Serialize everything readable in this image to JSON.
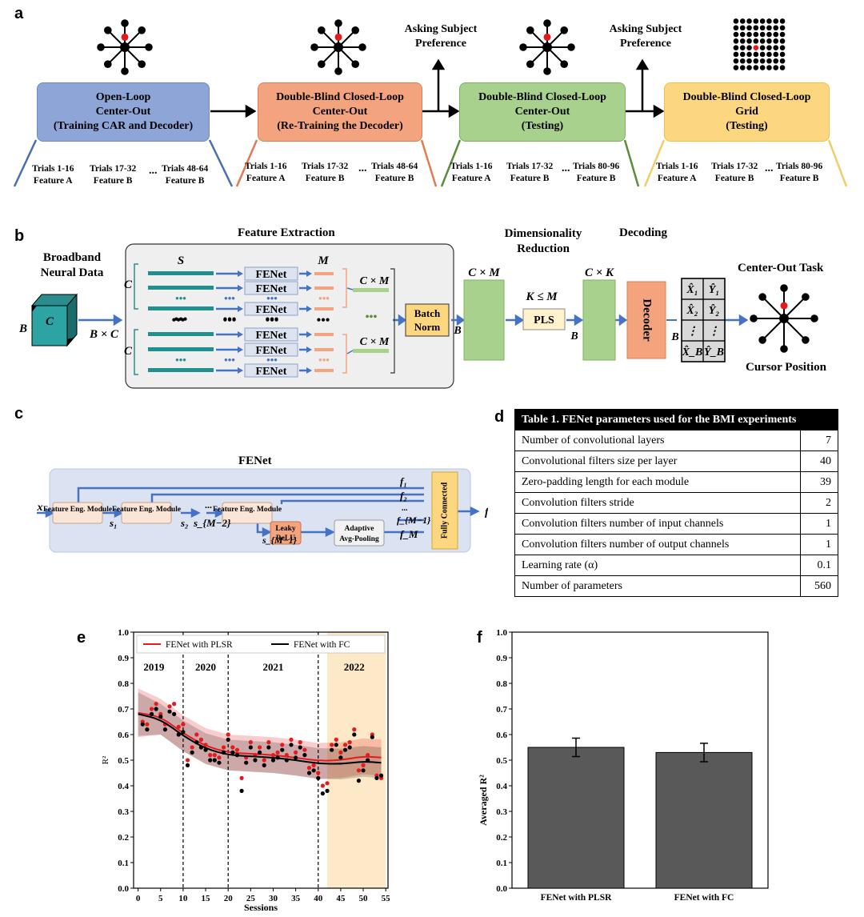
{
  "panels": [
    "a",
    "b",
    "c",
    "d",
    "e",
    "f"
  ],
  "panel_a": {
    "stages": [
      {
        "line1": "Open-Loop",
        "line2": "Center-Out",
        "line3": "(Training CAR and Decoder)",
        "color": "#8ea5d8",
        "border": "#6f87c2"
      },
      {
        "line1": "Double-Blind Closed-Loop",
        "line2": "Center-Out",
        "line3": "(Re-Training the Decoder)",
        "color": "#f3a47f",
        "border": "#e07b52"
      },
      {
        "line1": "Double-Blind Closed-Loop",
        "line2": "Center-Out",
        "line3": "(Testing)",
        "color": "#a9d18e",
        "border": "#7fb25f"
      },
      {
        "line1": "Double-Blind Closed-Loop",
        "line2": "Grid",
        "line3": "(Testing)",
        "color": "#fdd680",
        "border": "#f0bf4a"
      }
    ],
    "asking": [
      "Asking Subject",
      "Preference"
    ],
    "trials": [
      [
        [
          "Trials 1-16",
          "Feature A"
        ],
        [
          "Trials 17-32",
          "Feature B"
        ],
        [
          "Trials 48-64",
          "Feature B"
        ]
      ],
      [
        [
          "Trials 1-16",
          "Feature A"
        ],
        [
          "Trials 17-32",
          "Feature B"
        ],
        [
          "Trials 48-64",
          "Feature B"
        ]
      ],
      [
        [
          "Trials 1-16",
          "Feature A"
        ],
        [
          "Trials 17-32",
          "Feature B"
        ],
        [
          "Trials 80-96",
          "Feature B"
        ]
      ],
      [
        [
          "Trials 1-16",
          "Feature A"
        ],
        [
          "Trials 17-32",
          "Feature B"
        ],
        [
          "Trials 80-96",
          "Feature B"
        ]
      ]
    ],
    "ellipsis": "..."
  },
  "panel_b": {
    "title_feature": "Feature Extraction",
    "title_dim": "Dimensionality",
    "title_dim2": "Reduction",
    "title_decoding": "Decoding",
    "broadband": "Broadband",
    "neural": "Neural Data",
    "center_out_task": "Center-Out Task",
    "cursor_position": "Cursor Position",
    "fenet": "FENet",
    "batch": "Batch",
    "norm": "Norm",
    "pls": "PLS",
    "decoder": "Decoder",
    "sym_S": "S",
    "sym_M": "M",
    "sym_C": "C",
    "sym_B": "B",
    "sym_BxC": "B × C",
    "sym_CxM": "C × M",
    "sym_CxK": "C × K",
    "sym_KleM": "K ≤ M",
    "dots": "•••",
    "vdots": "⋮",
    "out_grid": [
      [
        "X̂₁",
        "Ŷ₁"
      ],
      [
        "X̂₂",
        "Ŷ₂"
      ],
      [
        "⋮",
        "⋮"
      ],
      [
        "X̂_B",
        "Ŷ_B"
      ]
    ]
  },
  "panel_c": {
    "title": "FENet",
    "module": "Feature Eng. Module",
    "leaky": "Leaky ReLU",
    "adaptive": "Adaptive Avg-Pooling",
    "fully": "Fully Connected",
    "x": "x",
    "f": "f",
    "s1": "s₁",
    "s2": "s₂",
    "sM2": "s_{M−2}",
    "sM1": "s_{M−1}",
    "f1": "f₁",
    "f2": "f₂",
    "fM1": "f_{M−1}",
    "fM": "f_M"
  },
  "panel_d": {
    "title": "Table 1. FENet parameters used for the BMI experiments",
    "rows": [
      {
        "label": "Number of convolutional layers",
        "value": "7"
      },
      {
        "label": "Convolutional filters size per layer",
        "value": "40"
      },
      {
        "label": "Zero-padding length for each module",
        "value": "39"
      },
      {
        "label": "Convolution filters stride",
        "value": "2"
      },
      {
        "label": "Convolution filters number of input channels",
        "value": "1"
      },
      {
        "label": "Convolution filters number of output channels",
        "value": "1"
      },
      {
        "label": "Learning rate (α)",
        "value": "0.1"
      },
      {
        "label": "Number of parameters",
        "value": "560"
      }
    ]
  },
  "chart_data": [
    {
      "type": "scatter",
      "xlabel": "Sessions",
      "ylabel": "R²",
      "xlim": [
        -1,
        55.5
      ],
      "ylim": [
        0.0,
        1.0
      ],
      "xticks": [
        0,
        5,
        10,
        15,
        20,
        25,
        30,
        35,
        40,
        45,
        50,
        55
      ],
      "yticks": [
        0.0,
        0.1,
        0.2,
        0.3,
        0.4,
        0.5,
        0.6,
        0.7,
        0.8,
        0.9,
        1.0
      ],
      "legend": "top",
      "year_boundaries": [
        10,
        20,
        40
      ],
      "years": [
        {
          "label": "2019",
          "x": 3.5
        },
        {
          "label": "2020",
          "x": 15
        },
        {
          "label": "2021",
          "x": 30
        },
        {
          "label": "2022",
          "x": 48
        }
      ],
      "shaded_region": [
        42,
        55
      ],
      "series": [
        {
          "name": "FENet with PLSR",
          "color": "#e41a1c",
          "x": [
            1,
            2,
            3,
            4,
            5,
            6,
            7,
            8,
            9,
            10,
            11,
            12,
            13,
            14,
            15,
            16,
            17,
            18,
            19,
            20,
            21,
            22,
            23,
            24,
            25,
            26,
            27,
            28,
            29,
            30,
            31,
            32,
            33,
            34,
            35,
            36,
            37,
            38,
            39,
            40,
            41,
            42,
            43,
            44,
            45,
            46,
            47,
            48,
            49,
            50,
            51,
            52,
            53,
            54
          ],
          "y": [
            0.65,
            0.64,
            0.7,
            0.72,
            0.68,
            0.64,
            0.71,
            0.72,
            0.63,
            0.64,
            0.5,
            0.55,
            0.6,
            0.58,
            0.56,
            0.52,
            0.52,
            0.51,
            0.55,
            0.6,
            0.55,
            0.54,
            0.43,
            0.51,
            0.57,
            0.52,
            0.55,
            0.5,
            0.57,
            0.52,
            0.53,
            0.56,
            0.52,
            0.58,
            0.53,
            0.57,
            0.54,
            0.47,
            0.48,
            0.45,
            0.4,
            0.41,
            0.56,
            0.58,
            0.53,
            0.56,
            0.57,
            0.62,
            0.46,
            0.48,
            0.52,
            0.6,
            0.44,
            0.43
          ],
          "fit": [
            [
              0,
              0.685
            ],
            [
              5,
              0.67
            ],
            [
              10,
              0.605
            ],
            [
              15,
              0.555
            ],
            [
              20,
              0.53
            ],
            [
              25,
              0.525
            ],
            [
              30,
              0.52
            ],
            [
              35,
              0.51
            ],
            [
              40,
              0.497
            ],
            [
              45,
              0.5
            ],
            [
              50,
              0.515
            ],
            [
              54,
              0.51
            ]
          ]
        },
        {
          "name": "FENet with FC",
          "color": "#000000",
          "x": [
            1,
            2,
            3,
            4,
            5,
            6,
            7,
            8,
            9,
            10,
            11,
            12,
            13,
            14,
            15,
            16,
            17,
            18,
            19,
            20,
            21,
            22,
            23,
            24,
            25,
            26,
            27,
            28,
            29,
            30,
            31,
            32,
            33,
            34,
            35,
            36,
            37,
            38,
            39,
            40,
            41,
            42,
            43,
            44,
            45,
            46,
            47,
            48,
            49,
            50,
            51,
            52,
            53,
            54
          ],
          "y": [
            0.64,
            0.62,
            0.68,
            0.7,
            0.67,
            0.62,
            0.69,
            0.68,
            0.6,
            0.61,
            0.48,
            0.53,
            0.57,
            0.55,
            0.54,
            0.5,
            0.5,
            0.49,
            0.53,
            0.58,
            0.53,
            0.52,
            0.38,
            0.49,
            0.55,
            0.5,
            0.53,
            0.48,
            0.55,
            0.5,
            0.51,
            0.54,
            0.5,
            0.56,
            0.51,
            0.55,
            0.52,
            0.45,
            0.46,
            0.43,
            0.37,
            0.38,
            0.54,
            0.56,
            0.51,
            0.54,
            0.55,
            0.6,
            0.42,
            0.46,
            0.5,
            0.59,
            0.43,
            0.44
          ],
          "fit": [
            [
              0,
              0.68
            ],
            [
              5,
              0.66
            ],
            [
              10,
              0.595
            ],
            [
              15,
              0.545
            ],
            [
              20,
              0.52
            ],
            [
              25,
              0.515
            ],
            [
              30,
              0.51
            ],
            [
              35,
              0.5
            ],
            [
              40,
              0.487
            ],
            [
              45,
              0.485
            ],
            [
              50,
              0.495
            ],
            [
              54,
              0.49
            ]
          ]
        }
      ]
    },
    {
      "type": "bar",
      "categories": [
        "FENet with PLSR",
        "FENet with FC"
      ],
      "values": [
        0.55,
        0.53
      ],
      "errors": [
        0.036,
        0.036
      ],
      "ylabel": "Averaged R²",
      "ylim": [
        0.0,
        1.0
      ],
      "yticks": [
        0.0,
        0.1,
        0.2,
        0.3,
        0.4,
        0.5,
        0.6,
        0.7,
        0.8,
        0.9,
        1.0
      ],
      "bar_color": "#595959"
    }
  ]
}
